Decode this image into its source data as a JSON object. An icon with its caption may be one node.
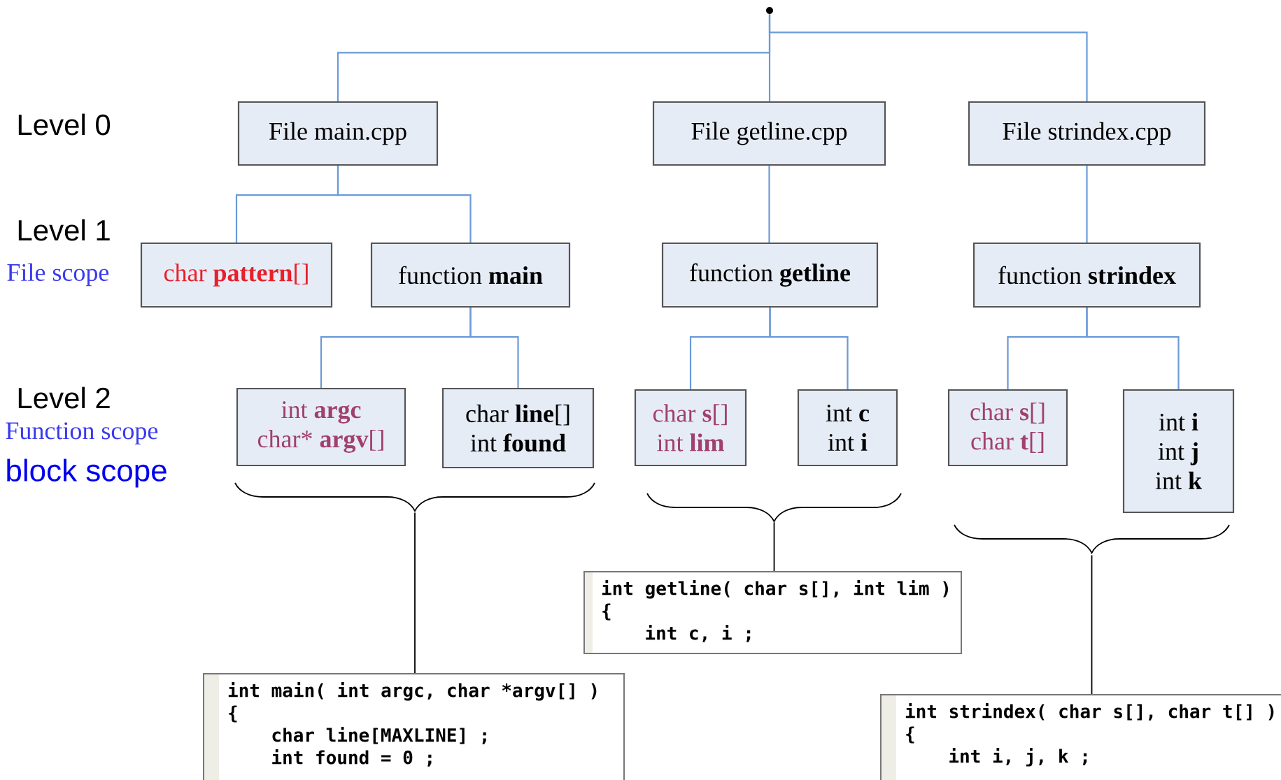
{
  "diagram": {
    "nodes": [
      {
        "text": [],
        "shape": "circle"
      },
      {
        "text": [
          "File main.cpp"
        ]
      },
      {
        "text": [
          "File getline.cpp"
        ]
      },
      {
        "text": [
          "File strindex.cpp"
        ]
      },
      {
        "text": [
          "char **pattern**[]"
        ]
      },
      {
        "text": [
          "function **main**"
        ]
      },
      {
        "text": [
          "function **getline**"
        ]
      },
      {
        "text": [
          "function **strindex**"
        ]
      },
      {
        "text": [
          "int **argc**",
          "char* **argv**[]"
        ]
      },
      {
        "text": [
          "char **line**[]",
          "int **found**"
        ]
      },
      {
        "text": [
          "char **s**[]",
          "int **lim**"
        ]
      },
      {
        "text": [
          "int **c**",
          "int **i**"
        ]
      },
      {
        "text": [
          "char **s**[]",
          "char **t**[]"
        ]
      },
      {
        "text": [
          "int **i**",
          "int **j**",
          "int **k**"
        ]
      },
      {
        "text": [
          "int main( int argc, char *argv[] )",
          "{",
          "char line[MAXLINE] ;",
          "int found = 0 ;"
        ]
      },
      {
        "text": [
          "int getline( char s[], int lim )",
          "{",
          "int c, i ;"
        ]
      },
      {
        "text": [
          "int strindex( char s[], char t[] )",
          "{",
          "int i, j, k ;"
        ]
      },
      {
        "text": [],
        "shape": "brace"
      },
      {
        "text": [],
        "shape": "brace"
      },
      {
        "text": [],
        "shape": "brace"
      }
    ],
    "edges": [
      {
        "from": 0,
        "to": 1,
        "arrow": "none"
      },
      {
        "from": 0,
        "to": 2,
        "arrow": "none"
      },
      {
        "from": 0,
        "to": 3,
        "arrow": "none"
      },
      {
        "from": 1,
        "to": 4,
        "arrow": "none"
      },
      {
        "from": 1,
        "to": 5,
        "arrow": "none"
      },
      {
        "from": 5,
        "to": 8,
        "arrow": "none"
      },
      {
        "from": 5,
        "to": 9,
        "arrow": "none"
      },
      {
        "from": 2,
        "to": 6,
        "arrow": "none"
      },
      {
        "from": 6,
        "to": 10,
        "arrow": "none"
      },
      {
        "from": 6,
        "to": 11,
        "arrow": "none"
      },
      {
        "from": 3,
        "to": 7,
        "arrow": "none"
      },
      {
        "from": 7,
        "to": 12,
        "arrow": "none"
      },
      {
        "from": 7,
        "to": 13,
        "arrow": "none"
      },
      {
        "from": 17,
        "to": 14,
        "arrow": "none",
        "color": "#000000"
      },
      {
        "from": 18,
        "to": 15,
        "arrow": "none",
        "color": "#000000"
      },
      {
        "from": 19,
        "to": 16,
        "arrow": "none",
        "color": "#000000"
      }
    ],
    "labels": [
      "Level 0",
      "Level 1",
      "File scope",
      "Level 2",
      "Function scope",
      "block scope"
    ]
  }
}
